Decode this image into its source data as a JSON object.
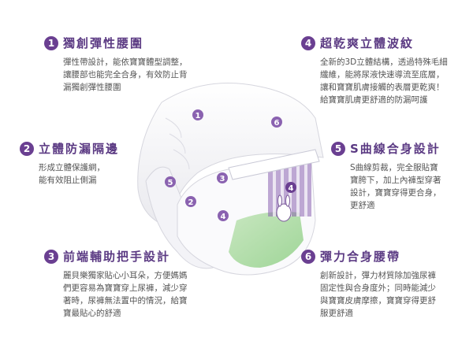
{
  "colors": {
    "accent": "#6a3f91",
    "title": "#5b3a83",
    "text": "#555555"
  },
  "features": [
    {
      "num": "1",
      "title": "獨創彈性腰圍",
      "lines": [
        "彈性帶設計，能依寶寶體型調整，",
        "讓腰部也能完全合身，有效防止背",
        "漏獨創彈性腰圍"
      ]
    },
    {
      "num": "2",
      "title": "立體防漏隔邊",
      "lines": [
        "形成立體保護網，",
        "能有效阻止側漏"
      ]
    },
    {
      "num": "3",
      "title": "前端輔助把手設計",
      "lines": [
        "麗貝樂獨家貼心小耳朵，方便媽媽",
        "們更容易為寶寶穿上尿褲，減少穿",
        "著時，尿褲無法置中的情況，給寶",
        "寶最貼心的舒適"
      ]
    },
    {
      "num": "4",
      "title": "超乾爽立體波紋",
      "lines": [
        "全新的3D立體結構，透過特殊毛細",
        "纖維，能將尿液快速導流至底層，",
        "讓和寶寶肌膚接觸的表層更乾爽！",
        "給寶寶肌膚更舒適的防漏呵護"
      ]
    },
    {
      "num": "5",
      "title": "S曲線合身設計",
      "lines": [
        "S曲線剪裁，完全服貼寶",
        "寶胯下，加上內褲型穿著",
        "設計，寶寶穿得更合身，",
        "更舒適"
      ]
    },
    {
      "num": "6",
      "title": "彈力合身腰帶",
      "lines": [
        "創新設計，彈力材質除加強尿褲",
        "固定性與合身度外；同時能減少",
        "與寶寶皮膚摩擦，寶寶穿得更舒",
        "服更舒適"
      ]
    }
  ],
  "markers": [
    "1",
    "2",
    "3",
    "4",
    "5",
    "6",
    "4"
  ]
}
